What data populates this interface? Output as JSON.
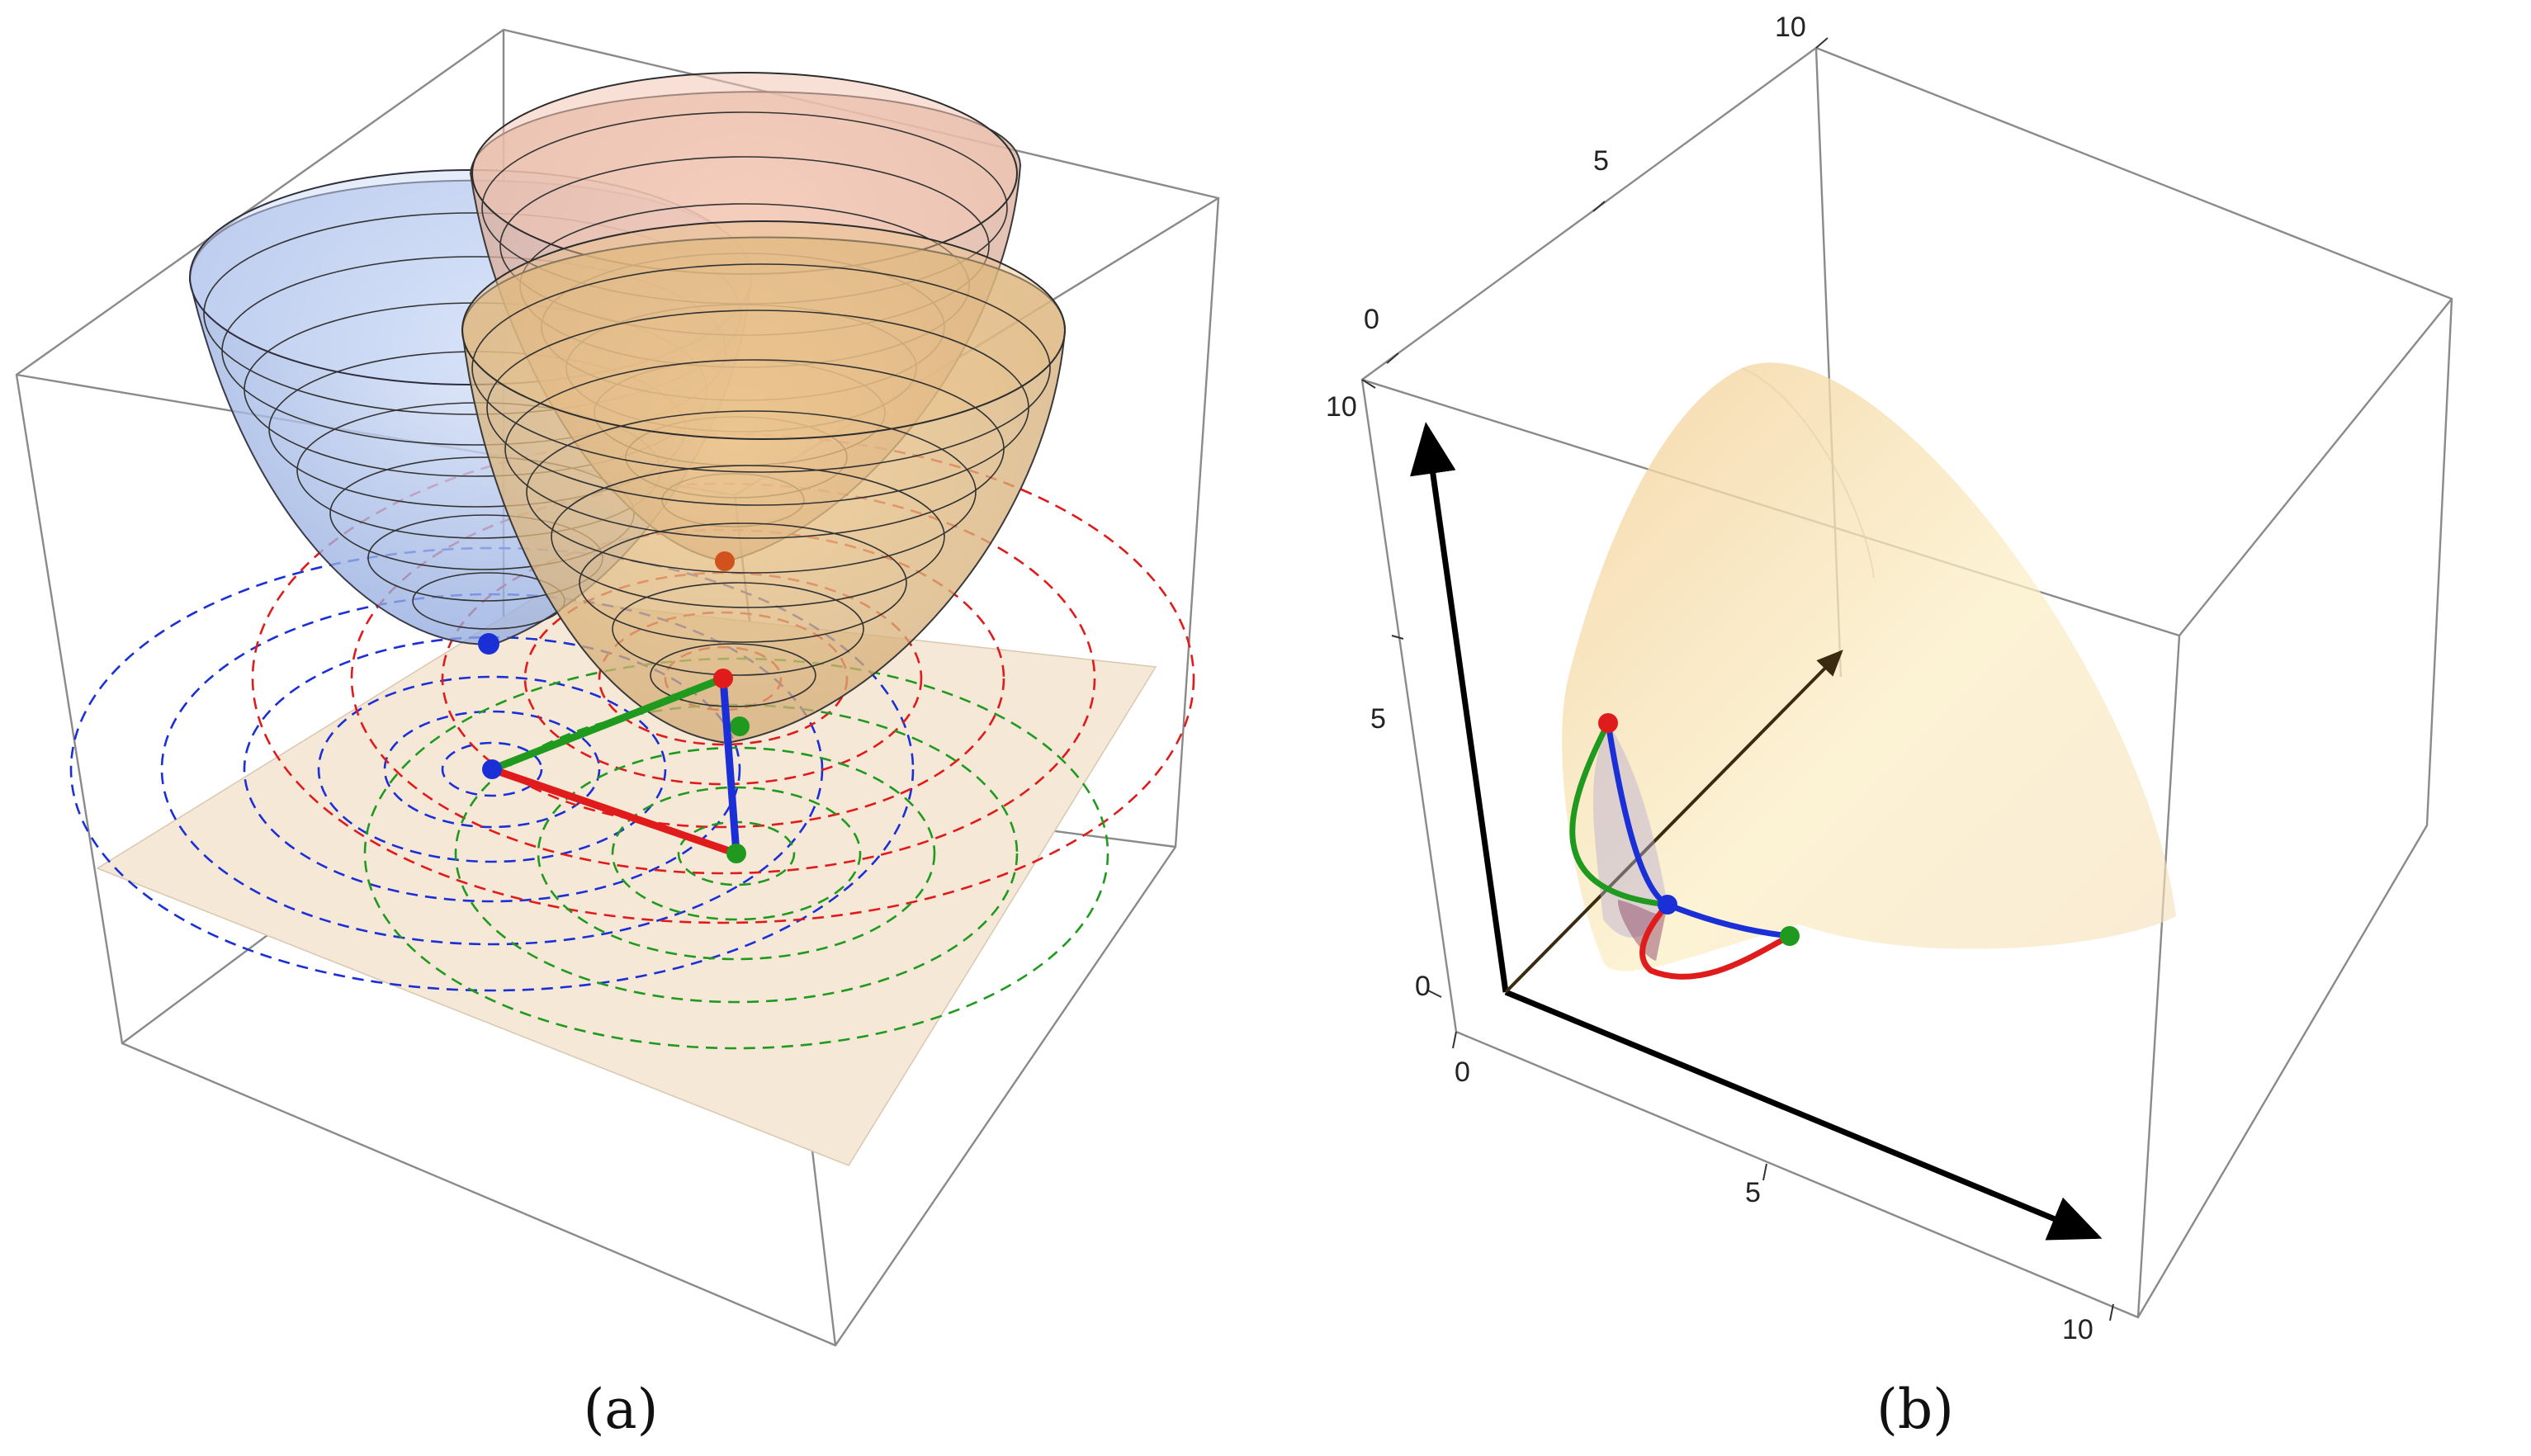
{
  "panels": [
    {
      "label": "(a)"
    },
    {
      "label": "(b)"
    }
  ],
  "panel_b": {
    "tick_labels_x": [
      "0",
      "5",
      "10"
    ],
    "tick_labels_y": [
      "0",
      "5",
      "10"
    ],
    "tick_labels_z": [
      "0",
      "5",
      "10"
    ]
  },
  "colors": {
    "red": "#e01b1b",
    "green": "#1f9a1f",
    "blue": "#1a2fd6",
    "bowl_blue": "#9fb8ea",
    "bowl_orange": "#e6b37a",
    "bowl_pink": "#e8b2a0",
    "plane_fill": "#f6e6d2",
    "cone_fill": "#f4e0b0"
  }
}
